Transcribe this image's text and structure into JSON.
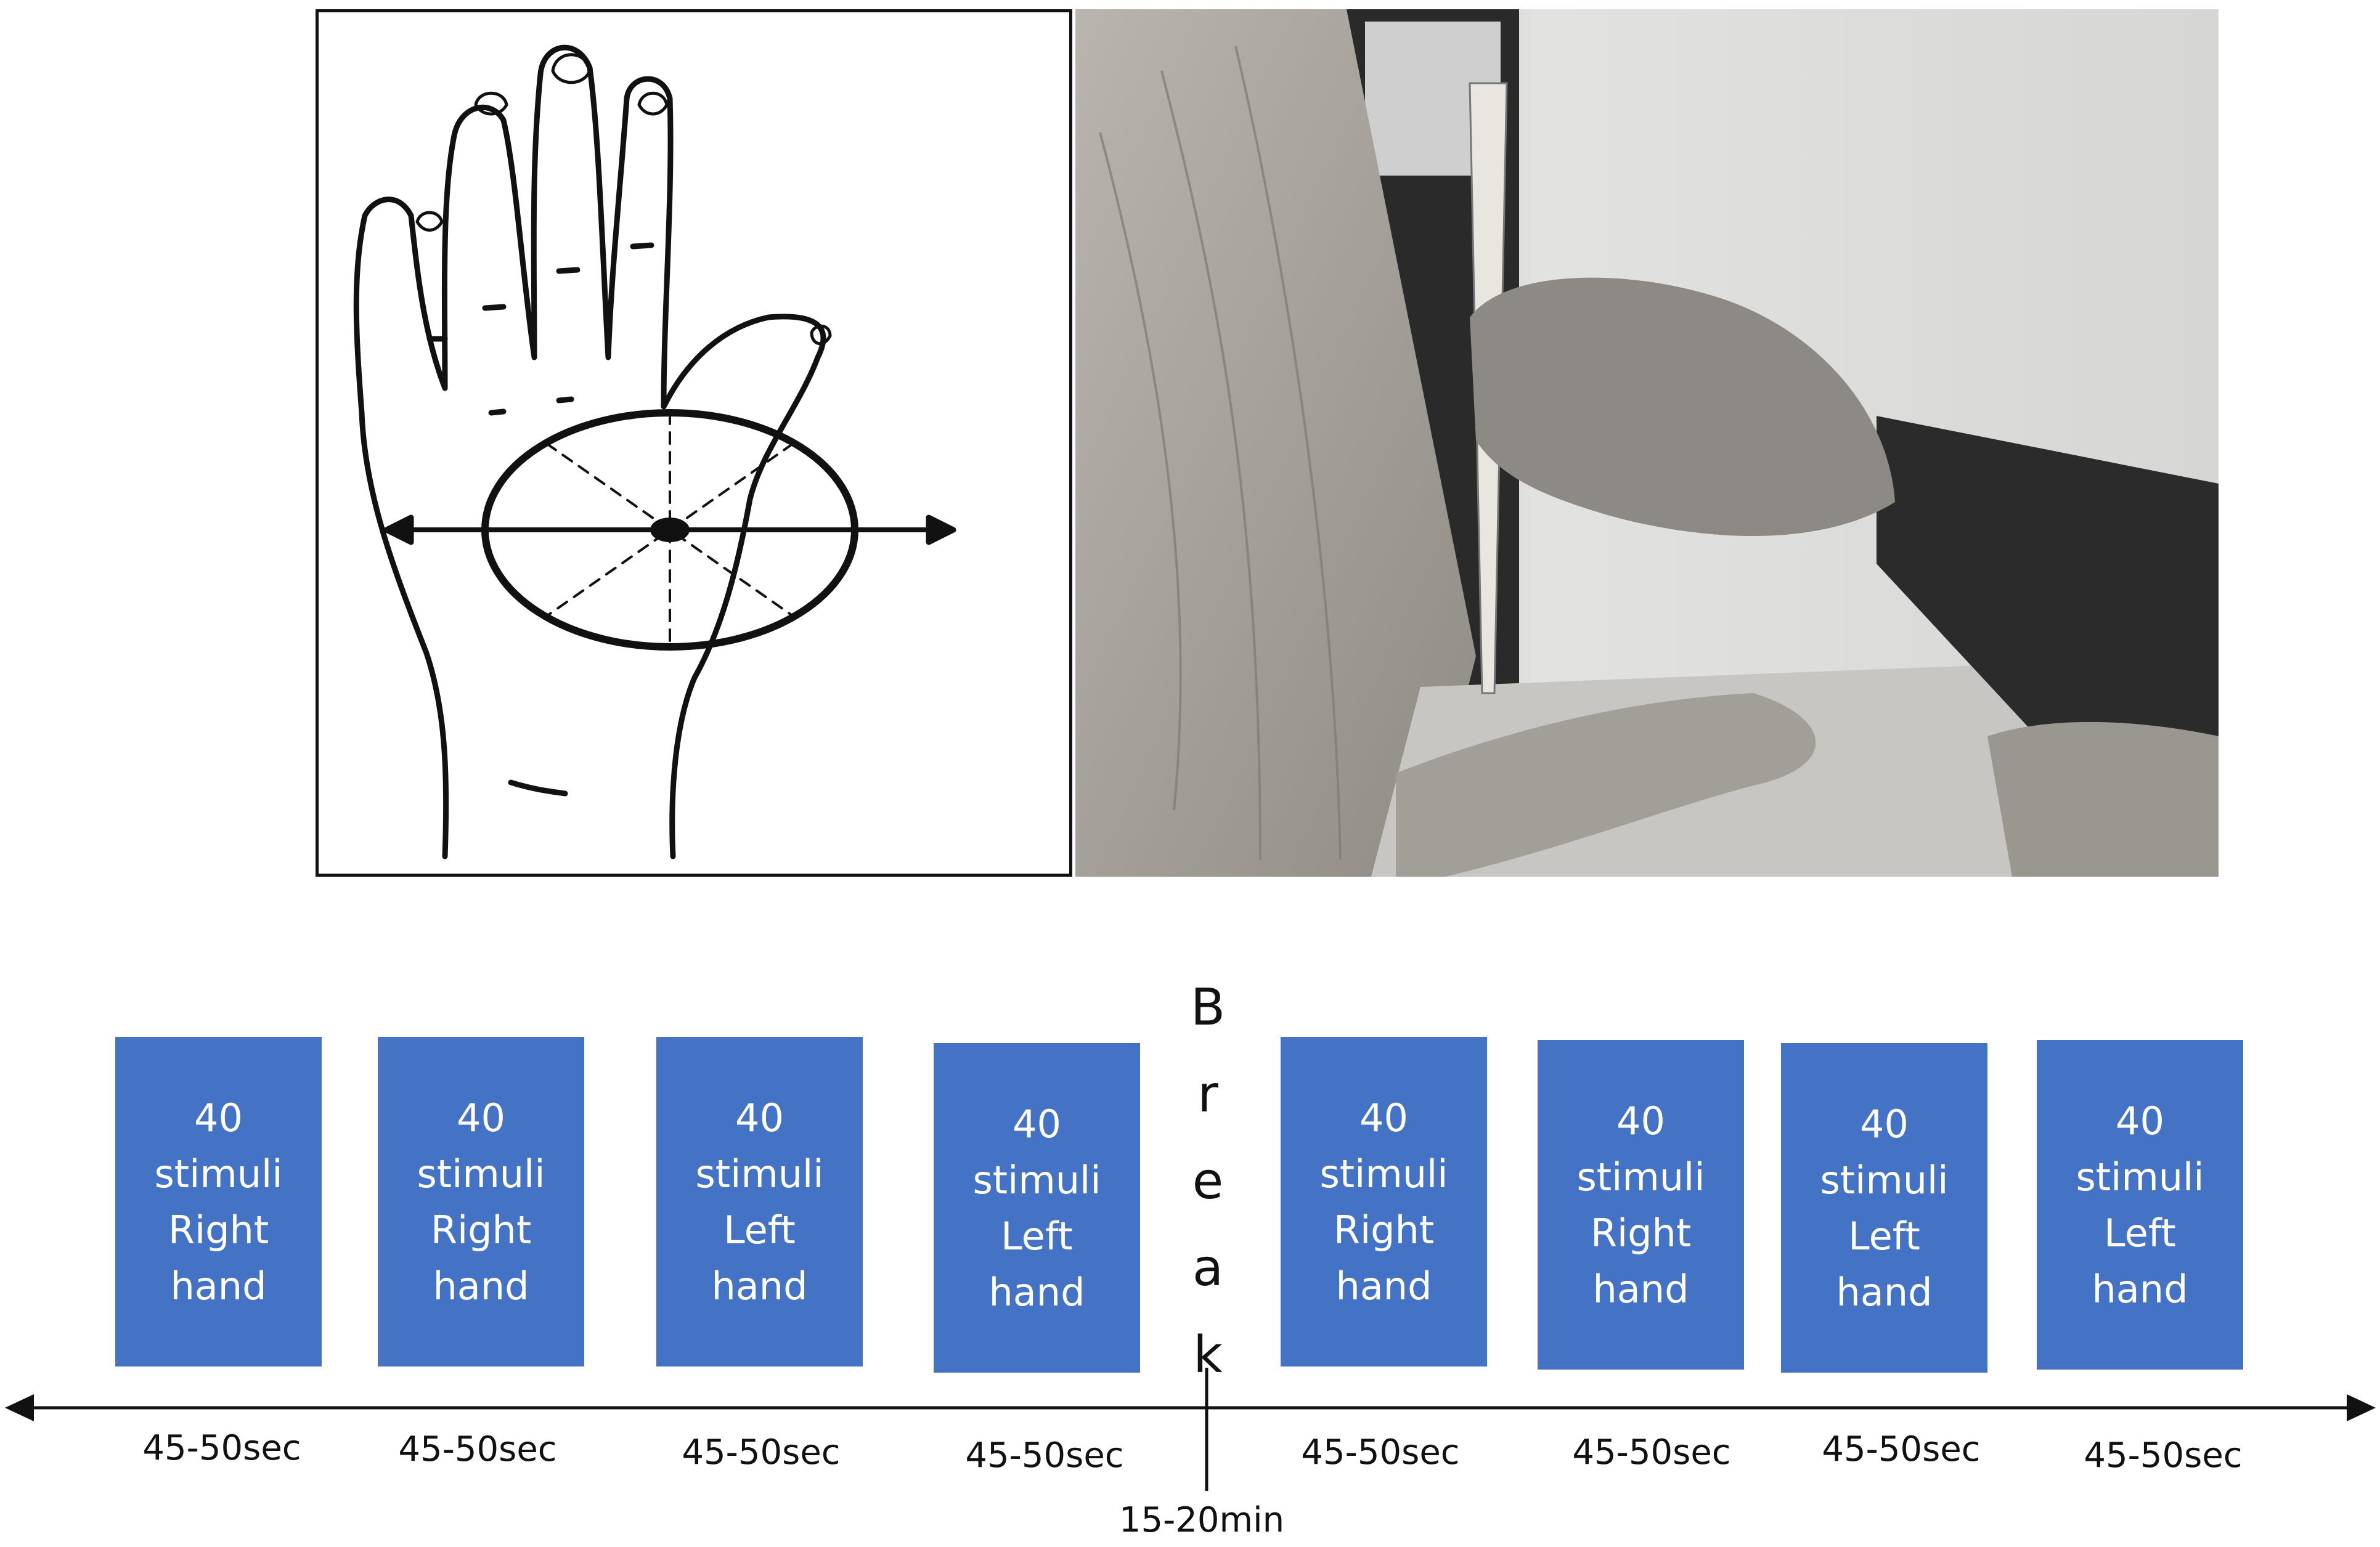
{
  "figure": {
    "panel_left": {
      "icon": "hand-palm-stimulation-diagram-icon"
    },
    "panel_right": {
      "icon": "experimenter-stimulating-hand-photo-icon"
    }
  },
  "blocks": [
    {
      "count": "40",
      "unit": "stimuli",
      "side": "Right",
      "part": "hand",
      "duration": "45-50sec"
    },
    {
      "count": "40",
      "unit": "stimuli",
      "side": "Right",
      "part": "hand",
      "duration": "45-50sec"
    },
    {
      "count": "40",
      "unit": "stimuli",
      "side": "Left",
      "part": "hand",
      "duration": "45-50sec"
    },
    {
      "count": "40",
      "unit": "stimuli",
      "side": "Left",
      "part": "hand",
      "duration": "45-50sec"
    },
    {
      "count": "40",
      "unit": "stimuli",
      "side": "Right",
      "part": "hand",
      "duration": "45-50sec"
    },
    {
      "count": "40",
      "unit": "stimuli",
      "side": "Right",
      "part": "hand",
      "duration": "45-50sec"
    },
    {
      "count": "40",
      "unit": "stimuli",
      "side": "Left",
      "part": "hand",
      "duration": "45-50sec"
    },
    {
      "count": "40",
      "unit": "stimuli",
      "side": "Left",
      "part": "hand",
      "duration": "45-50sec"
    }
  ],
  "break": {
    "letters": [
      "B",
      "r",
      "e",
      "a",
      "k"
    ],
    "duration": "15-20min"
  },
  "colors": {
    "block_fill": "#4472c4",
    "block_text": "#ffffff"
  }
}
